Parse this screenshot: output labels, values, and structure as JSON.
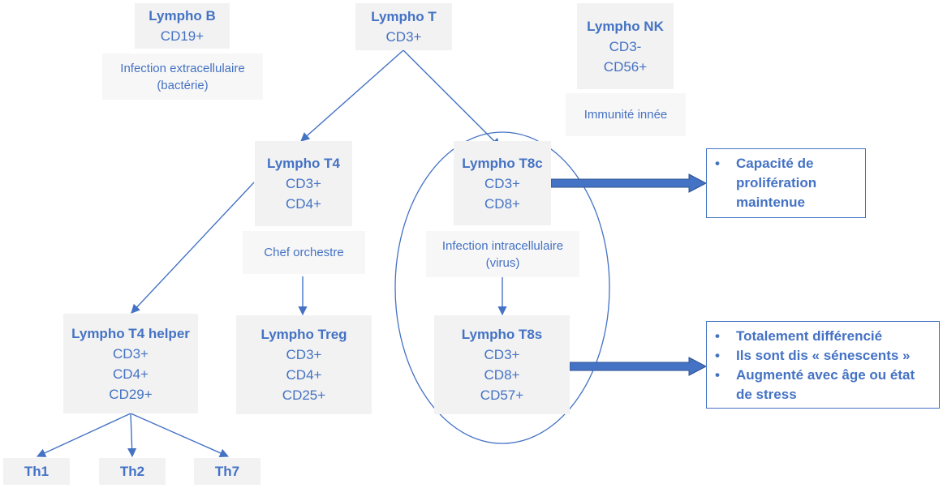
{
  "lympho_b": {
    "title": "Lympho B",
    "markers": [
      "CD19+"
    ],
    "note": "Infection extracellulaire (bactérie)"
  },
  "lympho_t": {
    "title": "Lympho T",
    "markers": [
      "CD3+"
    ]
  },
  "lympho_nk": {
    "title": "Lympho NK",
    "markers": [
      "CD3-",
      "CD56+"
    ],
    "note": "Immunité innée"
  },
  "lympho_t4": {
    "title": "Lympho T4",
    "markers": [
      "CD3+",
      "CD4+"
    ],
    "note": "Chef orchestre"
  },
  "lympho_t8c": {
    "title": "Lympho T8c",
    "markers": [
      "CD3+",
      "CD8+"
    ],
    "note": "Infection intracellulaire (virus)"
  },
  "lympho_t4_helper": {
    "title": "Lympho T4 helper",
    "markers": [
      "CD3+",
      "CD4+",
      "CD29+"
    ]
  },
  "lympho_treg": {
    "title": "Lympho Treg",
    "markers": [
      "CD3+",
      "CD4+",
      "CD25+"
    ]
  },
  "lympho_t8s": {
    "title": "Lympho T8s",
    "markers": [
      "CD3+",
      "CD8+",
      "CD57+"
    ]
  },
  "th_subsets": [
    "Th1",
    "Th2",
    "Th7"
  ],
  "callout_t8c": [
    "Capacité de prolifération maintenue"
  ],
  "callout_t8s": [
    "Totalement différencié",
    "Ils sont dis « sénescents »",
    "Augmenté avec âge ou état de stress"
  ],
  "colors": {
    "text": "#4472c4",
    "box_fill": "#f2f2f2",
    "line": "#4472c4"
  }
}
